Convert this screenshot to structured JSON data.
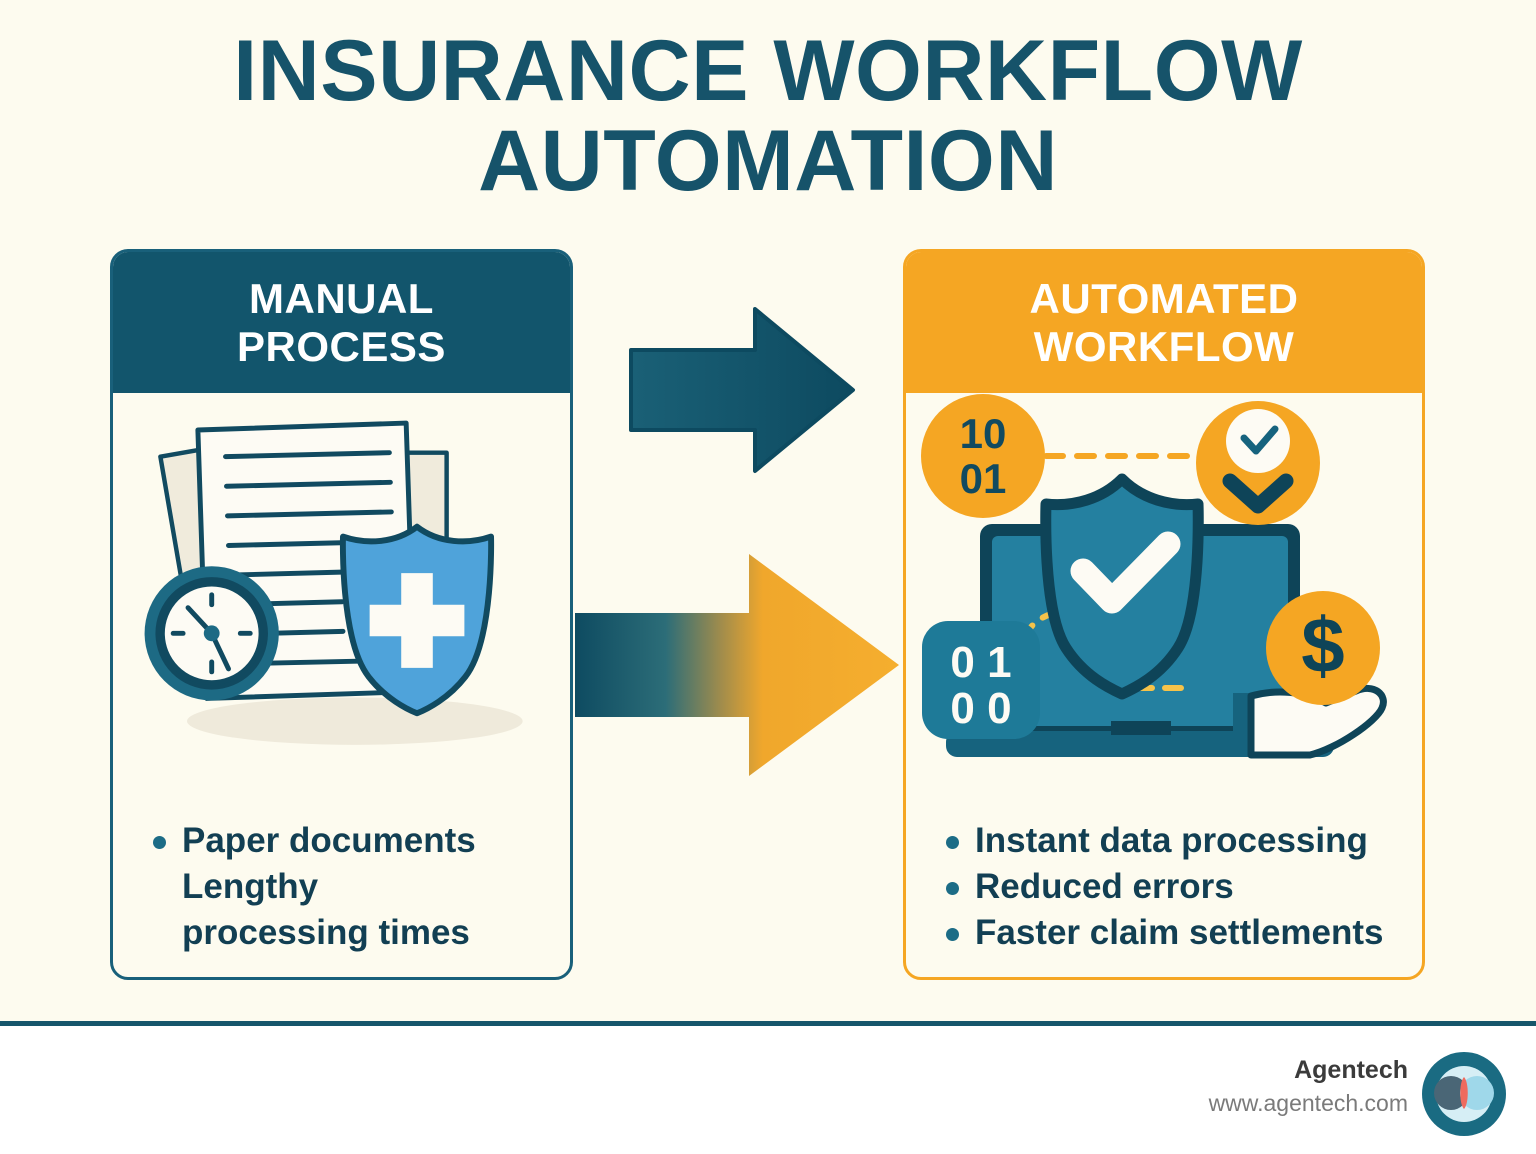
{
  "title": {
    "line1": "INSURANCE WORKFLOW",
    "line2": "AUTOMATION"
  },
  "colors": {
    "background": "#FDFBEF",
    "teal_dark": "#12556C",
    "teal_title": "#16536A",
    "teal_mid": "#2480A0",
    "teal_deep": "#0E4458",
    "amber": "#F5A623",
    "amber_light": "#FBB838",
    "blue_shield": "#4FA3DA",
    "text_body": "#123F53",
    "white": "#FFFFFF",
    "footer_rule": "#16566B",
    "logo_coral": "#EF6B5E"
  },
  "left_panel": {
    "header_line1": "MANUAL",
    "header_line2": "PROCESS",
    "illustration": {
      "name": "paper-documents-clock-shield",
      "shield_symbol": "+"
    },
    "bullets": [
      {
        "text": "Paper documents",
        "marker": true
      },
      {
        "text": "Lengthy",
        "marker": false
      },
      {
        "text": "processing times",
        "marker": false
      }
    ]
  },
  "right_panel": {
    "header_line1": "AUTOMATED",
    "header_line2": "WORKFLOW",
    "illustration": {
      "name": "laptop-shield-automation",
      "binary_badge_top": {
        "line1": "10",
        "line2": "01"
      },
      "binary_badge_left": {
        "line1": "0 1",
        "line2": "0 0"
      },
      "coin_symbol": "$",
      "check_icon": "check-circle-chevron-down-icon",
      "shield_icon": "shield-check-icon"
    },
    "bullets": [
      {
        "text": "Instant data processing",
        "marker": true
      },
      {
        "text": "Reduced errors",
        "marker": true
      },
      {
        "text": "Faster claim settlements",
        "marker": true
      }
    ]
  },
  "arrows": {
    "top": {
      "name": "arrow-right-teal",
      "direction": "right"
    },
    "bottom": {
      "name": "arrow-right-gradient",
      "direction": "right"
    }
  },
  "footer": {
    "brand_name": "Agentech",
    "website": "www.agentech.com",
    "logo_name": "agentech-logo"
  }
}
